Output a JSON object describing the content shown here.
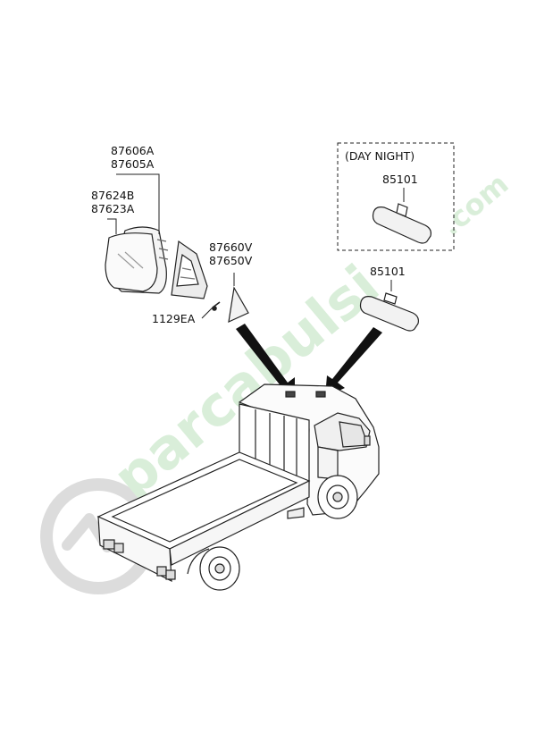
{
  "diagram": {
    "parts": {
      "mirror_assy_rh": "87606A",
      "mirror_assy_lh": "87605A",
      "glass_rh": "87624B",
      "glass_lh": "87623A",
      "screw": "1129EA",
      "garnish_rh": "87660V",
      "garnish_lh": "87650V",
      "inside_mirror_daynight": "85101",
      "inside_mirror": "85101"
    },
    "daynight_box_label": "(DAY NIGHT)"
  },
  "watermark": {
    "text": "parcabulsi",
    "suffix": ".com",
    "color": "#cfe9cf",
    "color2": "#d8dde8"
  }
}
